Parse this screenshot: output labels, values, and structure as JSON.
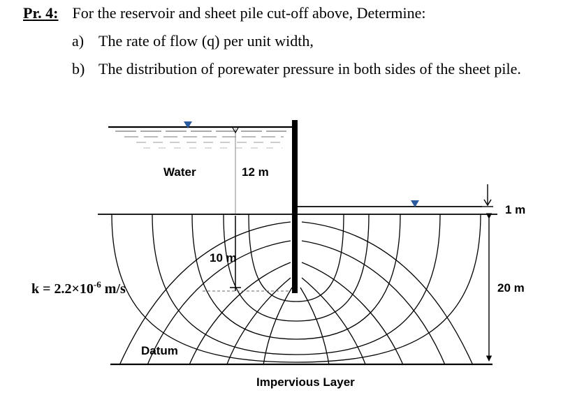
{
  "problem": {
    "number": "Pr. 4:",
    "statement": "For the reservoir and sheet pile cut-off above, Determine:",
    "items": [
      {
        "label": "a)",
        "text": "The rate of flow (q) per unit width,"
      },
      {
        "label": "b)",
        "text": "The distribution of porewater pressure in both sides of the sheet pile."
      }
    ]
  },
  "diagram": {
    "labels": {
      "water": "Water",
      "upstream_head": "12 m",
      "downstream_head": "1 m",
      "pile_depth": "10 m",
      "layer_thickness": "20 m",
      "permeability": "k = 2.2×10",
      "permeability_exp": "-6",
      "permeability_unit": " m/s",
      "datum": "Datum",
      "impervious": "Impervious Layer"
    },
    "colors": {
      "water_marker": "#2a5b9e",
      "lines": "#000000"
    }
  }
}
